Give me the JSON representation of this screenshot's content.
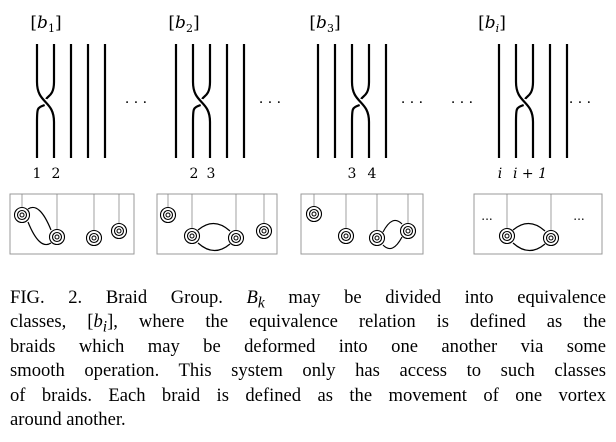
{
  "panels": [
    {
      "bracket_label": "[b",
      "bracket_sub": "1",
      "strand_labels": [
        "1",
        "2"
      ],
      "left_dots": "",
      "right_dots": "· · ·",
      "box_dots": []
    },
    {
      "bracket_label": "[b",
      "bracket_sub": "2",
      "strand_labels": [
        "2",
        "3"
      ],
      "left_dots": "",
      "right_dots": "· · ·",
      "box_dots": []
    },
    {
      "bracket_label": "[b",
      "bracket_sub": "3",
      "strand_labels": [
        "3",
        "4"
      ],
      "left_dots": "",
      "right_dots": "· · ·",
      "box_dots": []
    },
    {
      "bracket_label": "[b",
      "bracket_sub": "i",
      "strand_labels": [
        "i",
        "i + 1"
      ],
      "left_dots": "· · ·",
      "right_dots": "· · ·",
      "box_dots": [
        "...",
        "..."
      ]
    }
  ],
  "caption": {
    "lines": [
      [
        "FIG. 2.  Braid Group.  ",
        "B",
        "k",
        " may be divided into equivalence"
      ],
      [
        "classes, [",
        "b",
        "i",
        "], where the equivalence relation is defined as the"
      ],
      [
        "braids which may be deformed into one another via some",
        "",
        "",
        ""
      ],
      [
        "smooth operation.  This system only has access to such classes",
        "",
        "",
        ""
      ],
      [
        "of braids.  Each braid is defined as the movement of one vortex",
        "",
        "",
        ""
      ],
      [
        "around another.",
        "",
        "",
        ""
      ]
    ]
  }
}
